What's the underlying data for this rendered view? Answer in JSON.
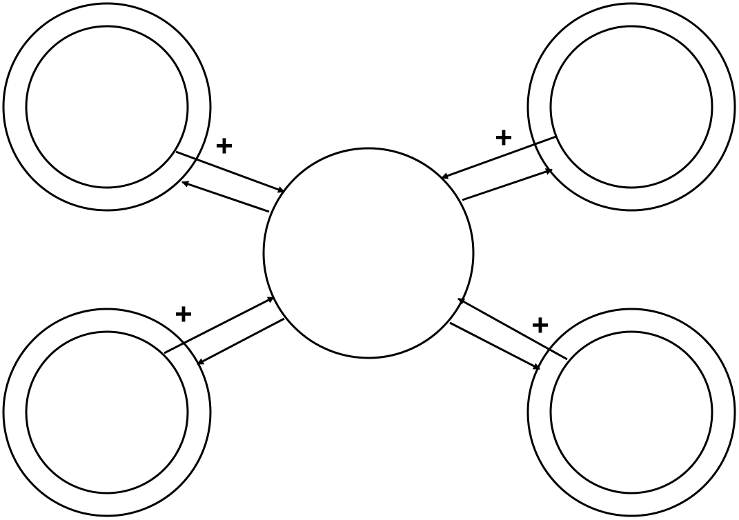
{
  "diagram": {
    "colors": {
      "stroke": "#000000",
      "background": "#ffffff"
    },
    "center_node": {
      "label": ""
    },
    "outer_nodes": [
      {
        "name": "top-left",
        "label": ""
      },
      {
        "name": "top-right",
        "label": ""
      },
      {
        "name": "bottom-left",
        "label": ""
      },
      {
        "name": "bottom-right",
        "label": ""
      }
    ],
    "connections": [
      {
        "name": "top-left",
        "sign": "+"
      },
      {
        "name": "top-right",
        "sign": "+"
      },
      {
        "name": "bottom-left",
        "sign": "+"
      },
      {
        "name": "bottom-right",
        "sign": "+"
      }
    ]
  }
}
